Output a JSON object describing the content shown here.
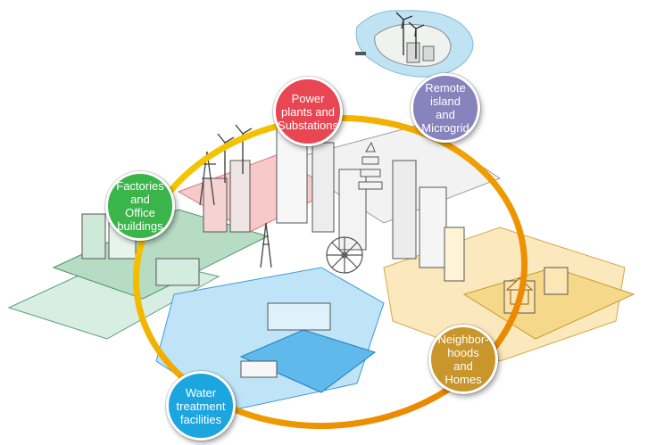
{
  "bubbles": {
    "power": "Power\nplants and\nSubstations",
    "remote": "Remote\nisland\nand\nMicrogrid",
    "factory": "Factories\nand\nOffice\nbuildings",
    "neighborhoods": "Neighbor-\nhoods\nand\nHomes",
    "water": "Water\ntreatment\nfacilities"
  },
  "colors": {
    "power": "#e84653",
    "remote": "#8683bd",
    "factory": "#3ab54a",
    "neighborhoods": "#c8962a",
    "water": "#1ca6e0",
    "ring": "#f2a900"
  },
  "icons": [
    "wind-turbine-icon",
    "transmission-tower-icon",
    "pagoda-icon",
    "ferris-wheel-icon",
    "house-icon"
  ]
}
